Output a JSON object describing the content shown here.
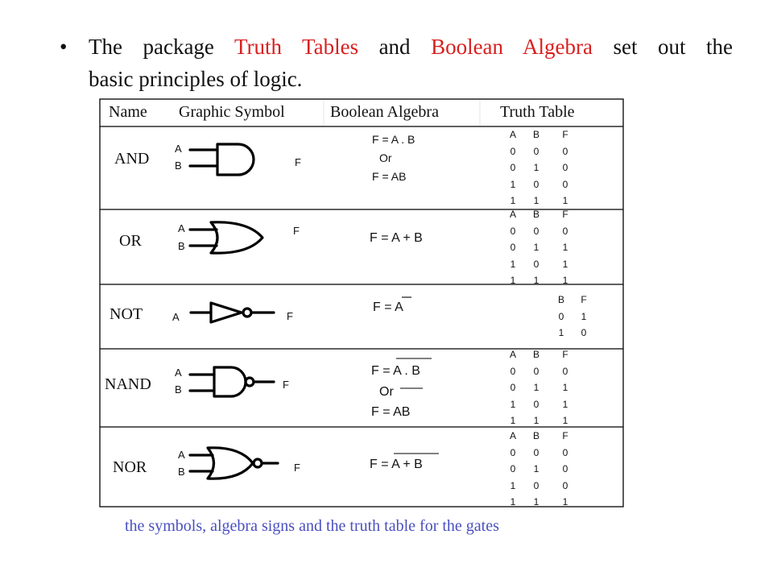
{
  "intro": {
    "bullet": "•",
    "line1_a": "The package ",
    "line1_red1": "Truth Tables",
    "line1_b": " and ",
    "line1_red2": "Boolean Algebra",
    "line1_c": " set out the",
    "line2": "basic principles of logic."
  },
  "table": {
    "headers": [
      "Name",
      "Graphic Symbol",
      "Boolean Algebra",
      "Truth Table"
    ],
    "gates": [
      {
        "name": "AND",
        "pins": [
          "A",
          "B",
          "F"
        ],
        "algebra": [
          "F = A . B",
          "Or",
          "F = AB"
        ],
        "truth": {
          "cols": [
            "A",
            "B",
            "F"
          ],
          "rows": [
            [
              "0",
              "0",
              "0"
            ],
            [
              "0",
              "1",
              "0"
            ],
            [
              "1",
              "0",
              "0"
            ],
            [
              "1",
              "1",
              "1"
            ]
          ]
        }
      },
      {
        "name": "OR",
        "pins": [
          "A",
          "B",
          "F"
        ],
        "algebra": [
          "F = A + B"
        ],
        "truth": {
          "cols": [
            "A",
            "B",
            "F"
          ],
          "rows": [
            [
              "0",
              "0",
              "0"
            ],
            [
              "0",
              "1",
              "1"
            ],
            [
              "1",
              "0",
              "1"
            ],
            [
              "1",
              "1",
              "1"
            ]
          ]
        }
      },
      {
        "name": "NOT",
        "pins": [
          "A",
          "F"
        ],
        "algebra": [
          "F = A"
        ],
        "truth": {
          "cols": [
            "B",
            "F"
          ],
          "rows": [
            [
              "0",
              "1"
            ],
            [
              "1",
              "0"
            ]
          ]
        }
      },
      {
        "name": "NAND",
        "pins": [
          "A",
          "B",
          "F"
        ],
        "algebra": [
          "F = A . B",
          "Or",
          "F = AB"
        ],
        "truth": {
          "cols": [
            "A",
            "B",
            "F"
          ],
          "rows": [
            [
              "0",
              "0",
              "0"
            ],
            [
              "0",
              "1",
              "1"
            ],
            [
              "1",
              "0",
              "1"
            ],
            [
              "1",
              "1",
              "1"
            ]
          ]
        }
      },
      {
        "name": "NOR",
        "pins": [
          "A",
          "B",
          "F"
        ],
        "algebra": [
          "F = A + B"
        ],
        "truth": {
          "cols": [
            "A",
            "B",
            "F"
          ],
          "rows": [
            [
              "0",
              "0",
              "0"
            ],
            [
              "0",
              "1",
              "0"
            ],
            [
              "1",
              "0",
              "0"
            ],
            [
              "1",
              "1",
              "1"
            ]
          ]
        }
      }
    ]
  },
  "caption": "the symbols, algebra signs and the truth table for the gates"
}
